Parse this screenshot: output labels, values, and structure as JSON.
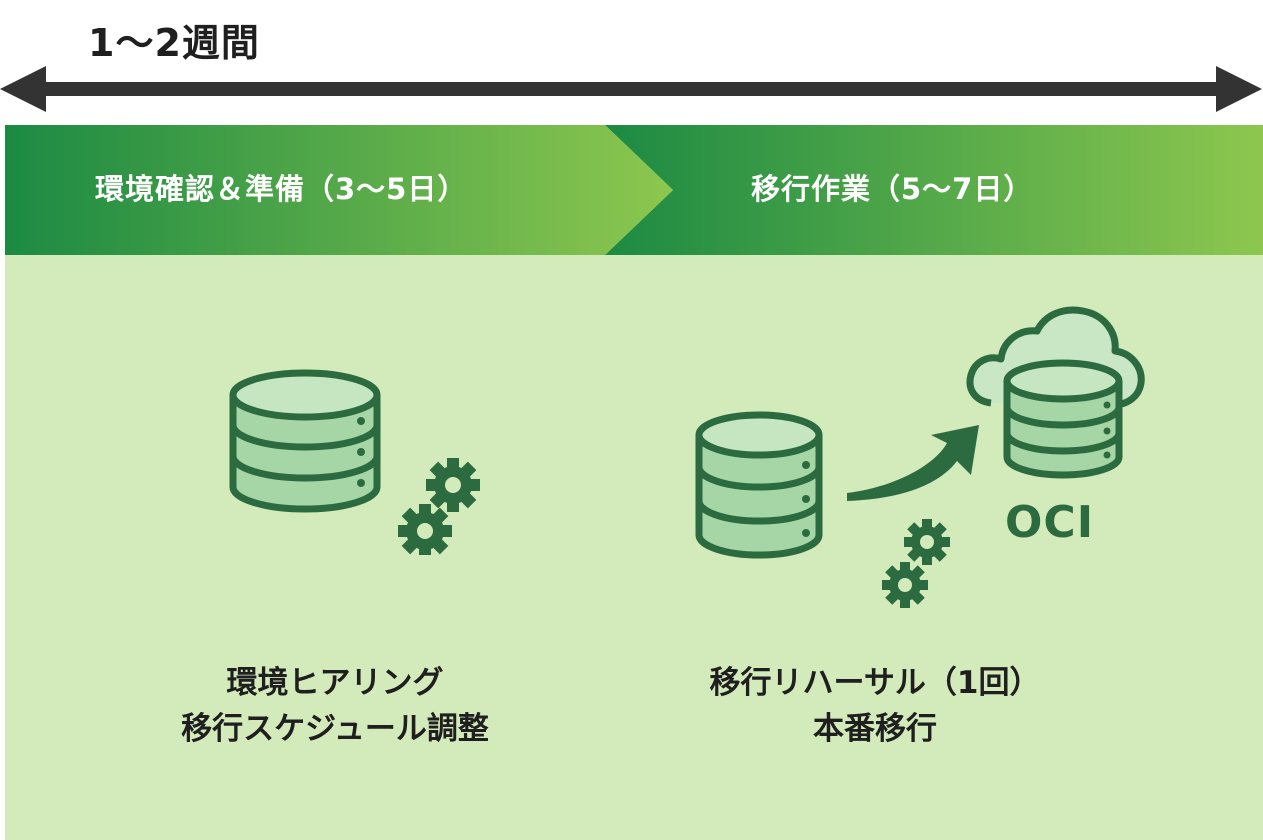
{
  "duration": "1～2週間",
  "phases": [
    {
      "title": "環境確認＆準備（3～5日）",
      "lines": [
        "環境ヒアリング",
        "移行スケジュール調整"
      ],
      "icon": "database-with-gears-icon"
    },
    {
      "title": "移行作業（5～7日）",
      "lines": [
        "移行リハーサル（1回）",
        "本番移行"
      ],
      "icon": "database-migration-to-cloud-icon",
      "cloud_label": "OCI"
    }
  ],
  "colors": {
    "dark_green": "#1c8a43",
    "light_green": "#8dc74f",
    "panel_green": "#d3eabb",
    "icon_green": "#2c6b40",
    "icon_fill": "#a6d6a6",
    "arrow_gray": "#333333"
  }
}
